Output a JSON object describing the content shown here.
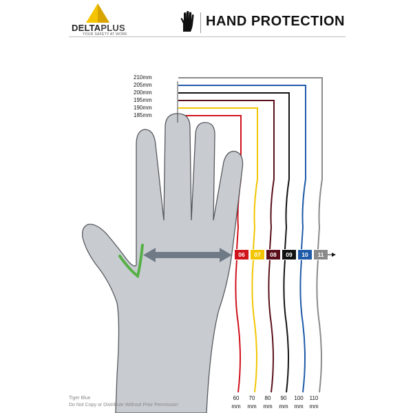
{
  "brand": {
    "name_part1": "DELTA",
    "name_part2": "PLUS",
    "tagline": "YOUR SAFETY AT WORK",
    "colors": {
      "triangle_yellow": "#f5c400",
      "triangle_dark": "#d8a500"
    }
  },
  "header": {
    "title": "HAND PROTECTION",
    "icon": "glove-icon"
  },
  "length_labels": [
    "210mm",
    "205mm",
    "200mm",
    "195mm",
    "190mm",
    "185mm"
  ],
  "sizes": [
    {
      "code": "06",
      "color": "#d0121b",
      "circumference": "60",
      "length": "185mm"
    },
    {
      "code": "07",
      "color": "#f2c500",
      "circumference": "70",
      "length": "190mm"
    },
    {
      "code": "08",
      "color": "#5a0f1a",
      "circumference": "80",
      "length": "195mm"
    },
    {
      "code": "09",
      "color": "#111111",
      "circumference": "90",
      "length": "200mm"
    },
    {
      "code": "10",
      "color": "#1e5aa8",
      "circumference": "100",
      "length": "205mm"
    },
    {
      "code": "11",
      "color": "#8a8a8a",
      "circumference": "110",
      "length": "210mm"
    }
  ],
  "mm_unit": "mm",
  "colors": {
    "hand_fill": "#c8ccd1",
    "hand_stroke": "#55585c",
    "measure_arrow": "#6f7a86",
    "thumb_mark": "#56b046"
  },
  "footer": {
    "line1": "Tiger Blue",
    "line2": "Do Not Copy or Distribute Without Prior Permission"
  }
}
